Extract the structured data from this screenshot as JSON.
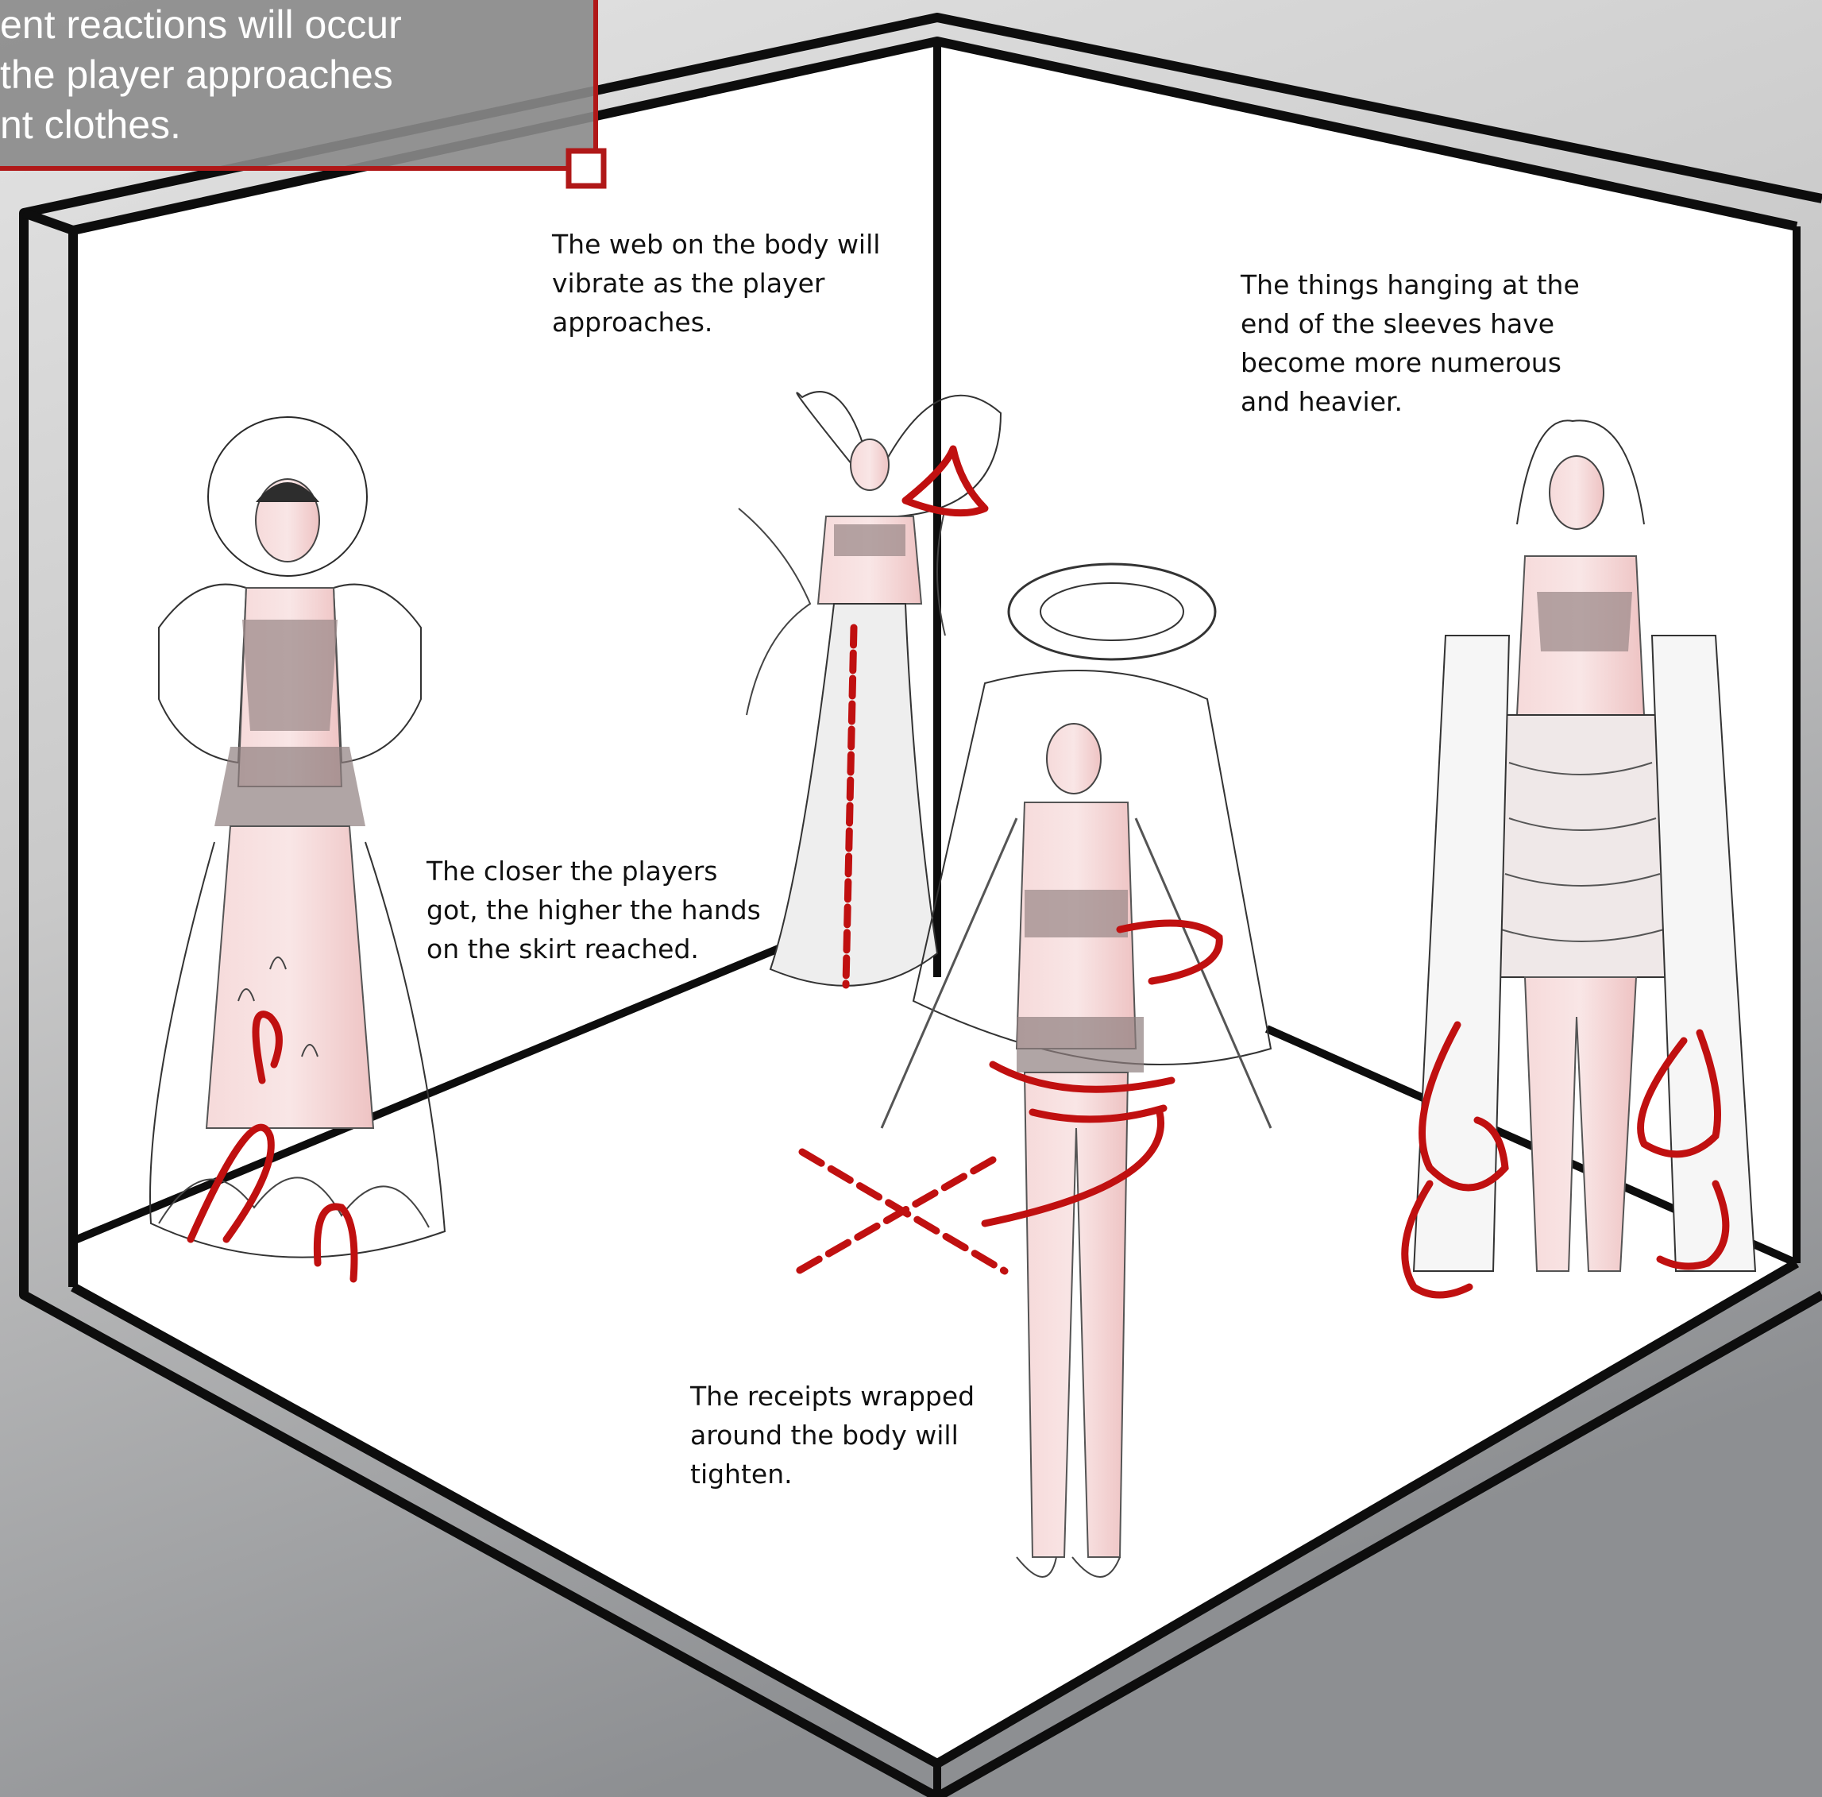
{
  "callout": {
    "lines": [
      "ent reactions will occur",
      "the player approaches",
      "nt clothes."
    ]
  },
  "annotations": {
    "web": {
      "lines": [
        "The web on the body will",
        "vibrate as the player",
        "approaches."
      ]
    },
    "sleeves": {
      "lines": [
        "The things hanging at the",
        "end of the sleeves have",
        "become more numerous",
        "and heavier."
      ]
    },
    "hands": {
      "lines": [
        "The closer the players",
        "got, the higher the hands",
        "on the skirt reached."
      ]
    },
    "receipts": {
      "lines": [
        "The receipts wrapped",
        "around the body will",
        "tighten."
      ]
    }
  },
  "figures": [
    {
      "id": "figure-hands-skirt",
      "outfit": "corset gown with reaching hands skirt"
    },
    {
      "id": "figure-web-body",
      "outfit": "winged web bodysuit"
    },
    {
      "id": "figure-receipts",
      "outfit": "receipt-wrapped cape"
    },
    {
      "id": "figure-hooded-sleeves",
      "outfit": "hooded dress with weighted sleeves"
    }
  ],
  "colors": {
    "background_light": "#d8d8d8",
    "background_dark": "#8e8f91",
    "wall": "#ffffff",
    "frame": "#0d0d0d",
    "annotation_red": "#c01010",
    "callout_fill": "#8a8a8a",
    "skin": "#f2c7c7"
  }
}
